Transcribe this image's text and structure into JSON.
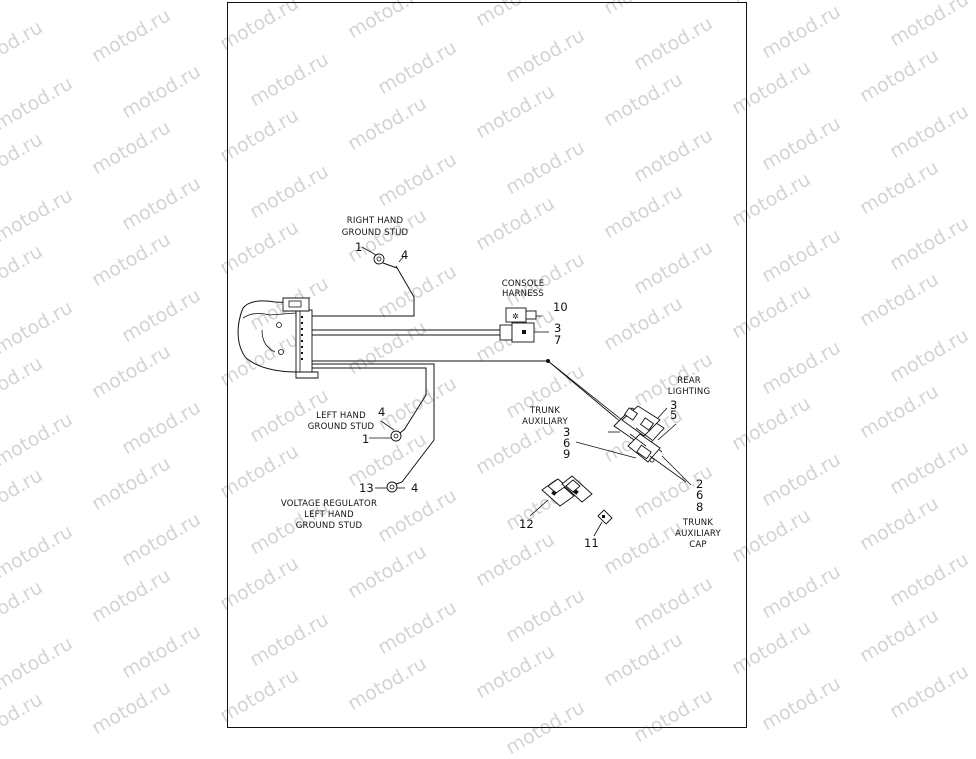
{
  "watermark": "motod.ru",
  "labels": {
    "right_hand_ground_stud": [
      "RIGHT HAND",
      "GROUND STUD"
    ],
    "console_harness": [
      "CONSOLE",
      "HARNESS"
    ],
    "rear_lighting": [
      "REAR",
      "LIGHTING"
    ],
    "trunk_auxiliary": [
      "TRUNK",
      "AUXILIARY"
    ],
    "left_hand_ground_stud": [
      "LEFT HAND",
      "GROUND STUD"
    ],
    "voltage_regulator": [
      "VOLTAGE REGULATOR",
      "LEFT HAND",
      "GROUND STUD"
    ],
    "trunk_auxiliary_cap": [
      "TRUNK",
      "AUXILIARY",
      "CAP"
    ]
  },
  "callouts": {
    "rh_stud_1": "1",
    "rh_stud_4": "4",
    "console_10": "10",
    "console_3": "3",
    "console_7": "7",
    "rear_3": "3",
    "rear_5": "5",
    "trunk_3": "3",
    "trunk_6": "6",
    "trunk_9": "9",
    "lh_stud_4": "4",
    "lh_stud_1": "1",
    "vreg_13": "13",
    "vreg_4": "4",
    "cap_2": "2",
    "cap_6": "6",
    "cap_8": "8",
    "conn_12": "12",
    "conn_11": "11"
  }
}
